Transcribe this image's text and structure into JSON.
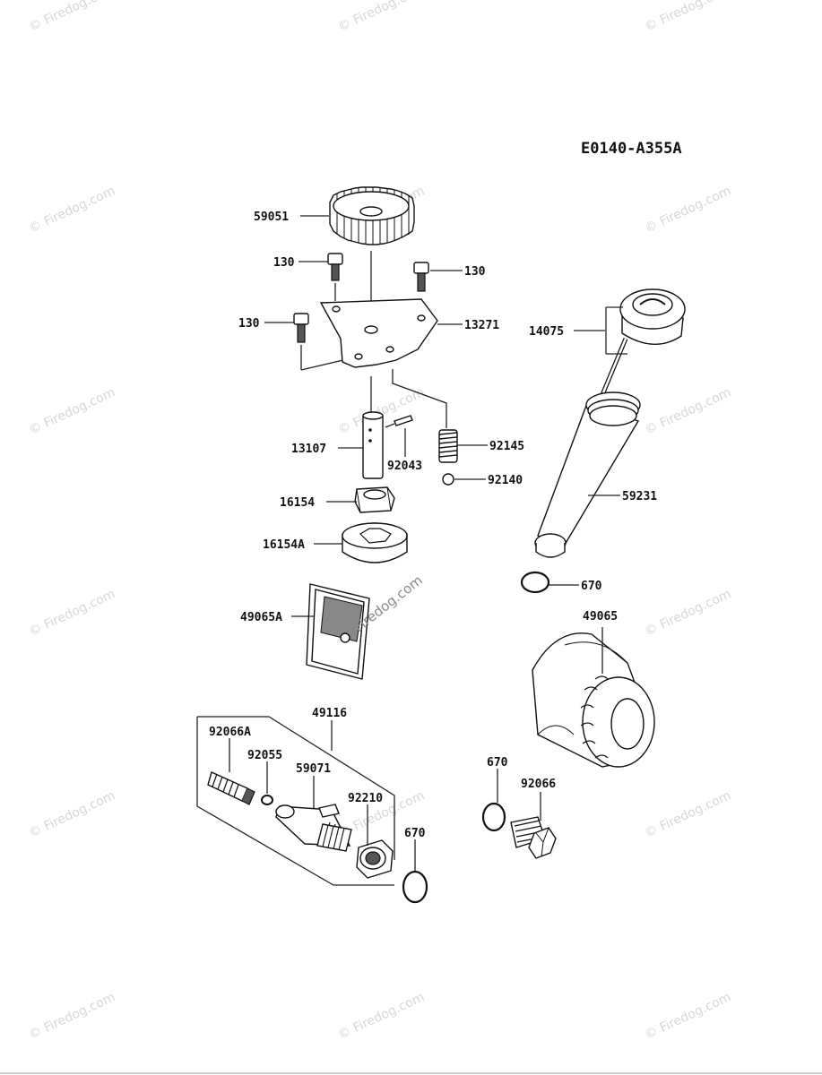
{
  "diagram_code": "E0140-A355A",
  "center_watermark": "Firedog.com",
  "watermark_text": "© Firedog.com",
  "labels": {
    "p59051": "59051",
    "p130a": "130",
    "p130b": "130",
    "p130c": "130",
    "p13271": "13271",
    "p14075": "14075",
    "p13107": "13107",
    "p92043": "92043",
    "p92145": "92145",
    "p92140": "92140",
    "p16154": "16154",
    "p59231": "59231",
    "p16154a": "16154A",
    "p670a": "670",
    "p49065a": "49065A",
    "p49065": "49065",
    "p49116": "49116",
    "p92066a": "92066A",
    "p92055": "92055",
    "p59071": "59071",
    "p92210": "92210",
    "p670b": "670",
    "p670c": "670",
    "p92066": "92066"
  }
}
